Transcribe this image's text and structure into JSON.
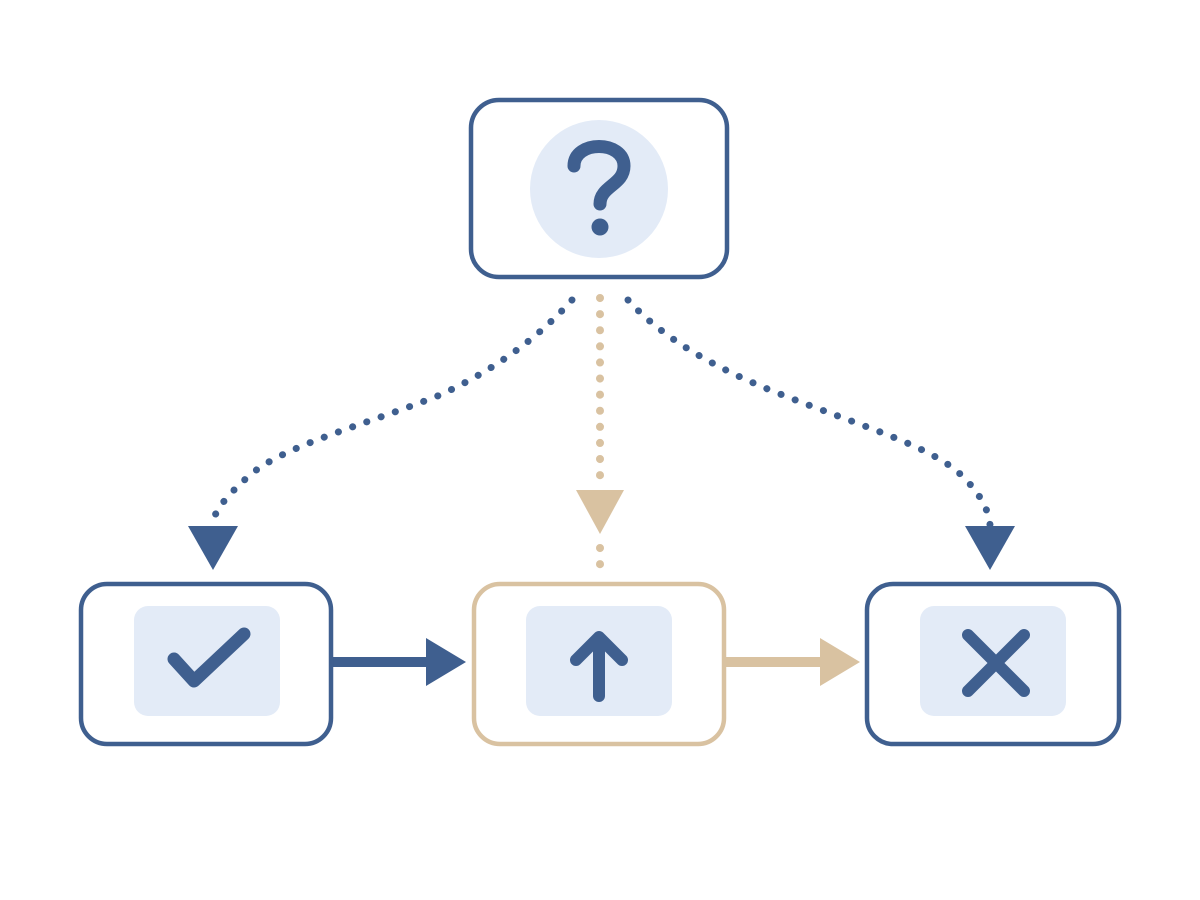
{
  "colors": {
    "background": "#ffffff",
    "primary_blue": "#3f5f8f",
    "tan": "#d9c2a1",
    "node_fill": "#ffffff",
    "icon_panel": "#e3ebf7",
    "question_circle": "#e3ebf7"
  },
  "nodes": [
    {
      "id": "decision",
      "icon": "question-mark-icon",
      "border": "blue"
    },
    {
      "id": "approved",
      "icon": "checkmark-icon",
      "border": "blue"
    },
    {
      "id": "escalated",
      "icon": "arrow-up-icon",
      "border": "tan"
    },
    {
      "id": "rejected",
      "icon": "x-mark-icon",
      "border": "blue"
    }
  ],
  "connectors": [
    {
      "from": "decision",
      "to": "approved",
      "style": "dotted",
      "color": "blue"
    },
    {
      "from": "decision",
      "to": "escalated",
      "style": "dotted",
      "color": "tan"
    },
    {
      "from": "decision",
      "to": "rejected",
      "style": "dotted",
      "color": "blue"
    },
    {
      "from": "approved",
      "to": "escalated",
      "style": "solid",
      "color": "blue"
    },
    {
      "from": "escalated",
      "to": "rejected",
      "style": "solid",
      "color": "tan"
    }
  ]
}
